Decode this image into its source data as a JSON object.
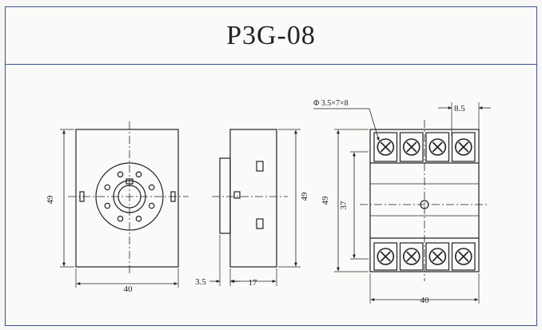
{
  "title": "P3G-08",
  "colors": {
    "frame": "#3d4f8f",
    "ink": "#222222",
    "paper": "#fafaf8"
  },
  "front_view": {
    "width_label": "40",
    "height_label": "49",
    "pin_count": 8
  },
  "side_view": {
    "flange_label": "3.5",
    "depth_label": "17",
    "height_label": "49"
  },
  "terminal_view": {
    "hole_label": "Φ 3.5×7×8",
    "pitch_label": "8.5",
    "height_label": "49",
    "inner_height_label": "37",
    "width_label": "40",
    "terminals_per_row": 4
  }
}
